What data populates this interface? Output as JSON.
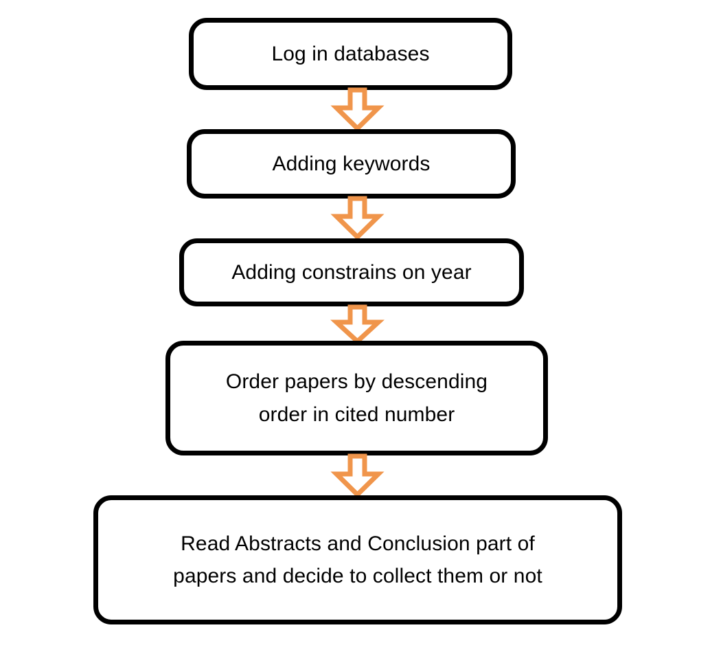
{
  "diagram": {
    "title": "Literature search workflow flowchart",
    "background_color": "#ffffff",
    "node_border_color": "#000000",
    "node_fill_color": "#ffffff",
    "arrow_color": "#F0954B",
    "text_color": "#000000"
  },
  "nodes": [
    {
      "id": "log-in-databases",
      "label": "Log in databases"
    },
    {
      "id": "adding-keywords",
      "label": "Adding keywords"
    },
    {
      "id": "adding-constrains",
      "label": "Adding constrains on year"
    },
    {
      "id": "order-papers",
      "label": "Order papers by descending\norder in cited number"
    },
    {
      "id": "read-abstracts",
      "label": "Read Abstracts and Conclusion part of\npapers and decide to collect them or not"
    }
  ],
  "arrows": [
    {
      "id": "arrow-1",
      "from": "log-in-databases",
      "to": "adding-keywords",
      "direction": "down",
      "style": "hollow-block-arrow"
    },
    {
      "id": "arrow-2",
      "from": "adding-keywords",
      "to": "adding-constrains",
      "direction": "down",
      "style": "hollow-block-arrow"
    },
    {
      "id": "arrow-3",
      "from": "adding-constrains",
      "to": "order-papers",
      "direction": "down",
      "style": "hollow-block-arrow"
    },
    {
      "id": "arrow-4",
      "from": "order-papers",
      "to": "read-abstracts",
      "direction": "down",
      "style": "hollow-block-arrow"
    }
  ],
  "chart_data": {
    "type": "diagram",
    "subtype": "flowchart",
    "orientation": "top-to-bottom",
    "steps": [
      "Log in databases",
      "Adding keywords",
      "Adding constrains on year",
      "Order papers by descending order in cited number",
      "Read Abstracts and Conclusion part of papers and decide to collect them or not"
    ],
    "edges": [
      [
        "Log in databases",
        "Adding keywords"
      ],
      [
        "Adding keywords",
        "Adding constrains on year"
      ],
      [
        "Adding constrains on year",
        "Order papers by descending order in cited number"
      ],
      [
        "Order papers by descending order in cited number",
        "Read Abstracts and Conclusion part of papers and decide to collect them or not"
      ]
    ],
    "title": "",
    "legend": []
  }
}
